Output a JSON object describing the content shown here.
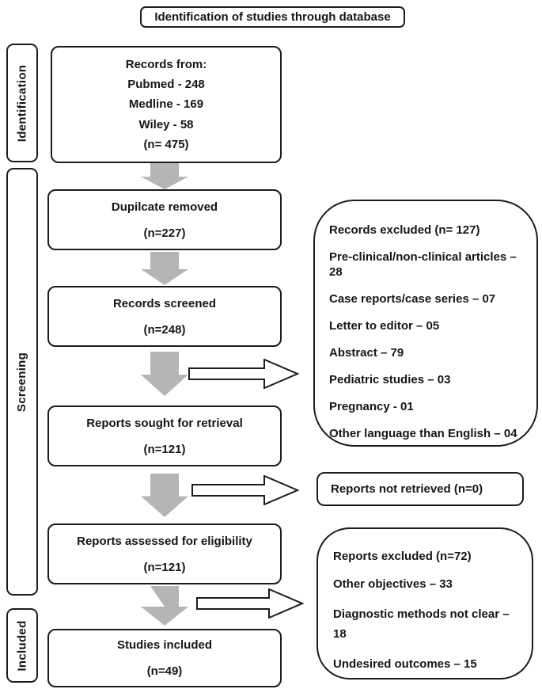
{
  "colors": {
    "border": "#1c1c1c",
    "arrow_gray": "#b5b5b5",
    "arrow_white": "#ffffff"
  },
  "title": "Identification of studies through database",
  "stages": {
    "identification": "Identification",
    "screening": "Screening",
    "included": "Included"
  },
  "boxes": {
    "records_from": {
      "lines": [
        "Records from:",
        "Pubmed - 248",
        "Medline - 169",
        "Wiley - 58",
        "(n= 475)"
      ]
    },
    "duplicate_removed": {
      "line1": "Dupilcate removed",
      "line2": "(n=227)"
    },
    "records_screened": {
      "line1": "Records screened",
      "line2": "(n=248)"
    },
    "reports_sought": {
      "line1": "Reports sought for retrieval",
      "line2": "(n=121)"
    },
    "reports_assessed": {
      "line1": "Reports assessed for eligibility",
      "line2": "(n=121)"
    },
    "studies_included": {
      "line1": "Studies included",
      "line2": "(n=49)"
    }
  },
  "exclusions": {
    "records_excluded": {
      "lines": [
        "Records excluded (n= 127)",
        "Pre-clinical/non-clinical articles – 28",
        "Case reports/case series – 07",
        "Letter to editor – 05",
        "Abstract – 79",
        "Pediatric studies – 03",
        "Pregnancy - 01",
        "Other language than English – 04"
      ]
    },
    "reports_not_retrieved": {
      "text": "Reports not retrieved (n=0)"
    },
    "reports_excluded": {
      "lines": [
        "Reports excluded (n=72)",
        "Other objectives – 33",
        "Diagnostic methods not clear – 18",
        "Undesired outcomes – 15"
      ]
    }
  }
}
